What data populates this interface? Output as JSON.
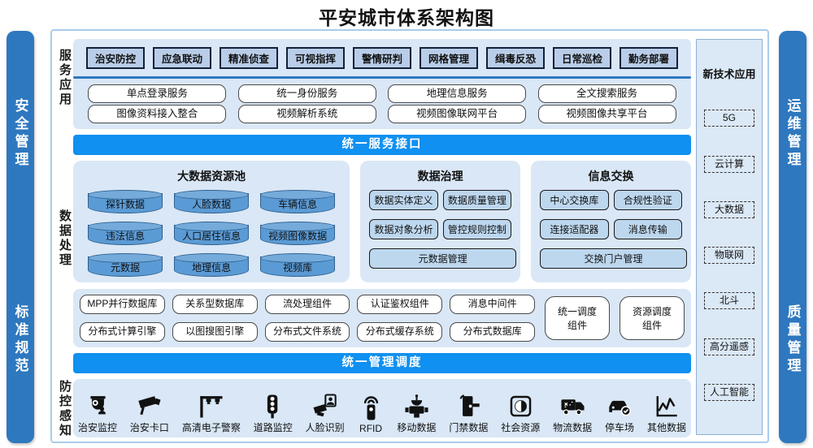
{
  "title": "平安城市体系架构图",
  "left_bar": {
    "top": "安全管理",
    "bottom": "标准规范"
  },
  "right_bar": {
    "top": "运维管理",
    "bottom": "质量管理"
  },
  "row_labels": {
    "services": "服务应用",
    "data": "数据处理",
    "sensing": "防控感知"
  },
  "app_buttons": [
    "治安防控",
    "应急联动",
    "精准侦查",
    "可视指挥",
    "警情研判",
    "网格管理",
    "缉毒反恐",
    "日常巡检",
    "勤务部署"
  ],
  "service_buttons": {
    "row1": [
      "单点登录服务",
      "统一身份服务",
      "地理信息服务",
      "全文搜索服务"
    ],
    "row2": [
      "图像资料接入整合",
      "视频解析系统",
      "视频图像联网平台",
      "视频图像共享平台"
    ]
  },
  "banners": {
    "service": "统一服务接口",
    "manage": "统一管理调度"
  },
  "data_pool": {
    "title": "大数据资源池",
    "cylinders": [
      "探针数据",
      "人脸数据",
      "车辆信息",
      "违法信息",
      "人口居住信息",
      "视频图像数据",
      "元数据",
      "地理信息",
      "视频库"
    ]
  },
  "governance": {
    "title": "数据治理",
    "row1": [
      "数据实体定义",
      "数据质量管理"
    ],
    "row2": [
      "数据对象分析",
      "管控规则控制"
    ],
    "wide": "元数据管理"
  },
  "exchange": {
    "title": "信息交换",
    "row1": [
      "中心交换库",
      "合规性验证"
    ],
    "row2": [
      "连接适配器",
      "消息传输"
    ],
    "wide": "交换门户管理"
  },
  "components": {
    "row1": [
      "MPP并行数据库",
      "关系型数据库",
      "流处理组件",
      "认证鉴权组件",
      "消息中间件"
    ],
    "row2": [
      "分布式计算引擎",
      "以图搜图引擎",
      "分布式文件系统",
      "分布式缓存系统",
      "分布式数据库"
    ],
    "tall": [
      "统一调度组件",
      "资源调度组件"
    ]
  },
  "new_tech": {
    "title": "新技术应用",
    "items": [
      "5G",
      "云计算",
      "大数据",
      "物联网",
      "北斗",
      "高分遥感",
      "人工智能"
    ]
  },
  "sensing": {
    "items": [
      {
        "label": "治安监控",
        "icon": "dome-camera-icon"
      },
      {
        "label": "治安卡口",
        "icon": "bullet-camera-icon"
      },
      {
        "label": "高清电子警察",
        "icon": "gantry-camera-icon"
      },
      {
        "label": "道路监控",
        "icon": "traffic-light-icon"
      },
      {
        "label": "人脸识别",
        "icon": "face-recognition-icon"
      },
      {
        "label": "RFID",
        "icon": "rfid-reader-icon"
      },
      {
        "label": "移动数据",
        "icon": "satellite-icon"
      },
      {
        "label": "门禁数据",
        "icon": "door-access-icon"
      },
      {
        "label": "社会资源",
        "icon": "globe-icon"
      },
      {
        "label": "物流数据",
        "icon": "truck-icon"
      },
      {
        "label": "停车场",
        "icon": "parking-car-icon"
      },
      {
        "label": "其他数据",
        "icon": "line-chart-icon"
      }
    ]
  },
  "colors": {
    "banner_blue": "#1090f0",
    "side_bar_blue": "#2e78bf",
    "strip_bg": "#d9e7f6",
    "cylinder_fill": "#5b9bd5",
    "dark_button_fill": "#b9cde8",
    "governance_button_fill": "#bdd7ee"
  }
}
